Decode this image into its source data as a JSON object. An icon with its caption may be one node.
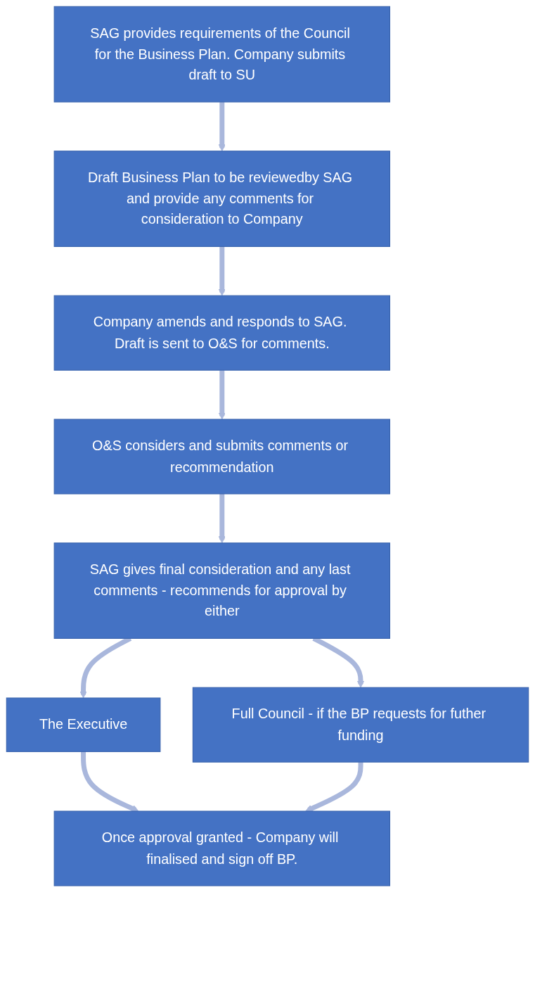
{
  "diagram": {
    "nodes": [
      {
        "text": [
          "SAG provides requirements of the Council for the Business Plan. Company submits draft to SU"
        ]
      },
      {
        "text": [
          "Draft Business Plan to be reviewedby SAG and provide any comments for consideration to Company"
        ]
      },
      {
        "text": [
          "Company amends and responds to SAG. Draft is sent to O&S for comments."
        ]
      },
      {
        "text": [
          "O&S considers and submits comments or recommendation"
        ]
      },
      {
        "text": [
          "SAG gives final consideration and any last comments - recommends for approval by either"
        ]
      },
      {
        "text": [
          "The Executive"
        ]
      },
      {
        "text": [
          "Full Council - if the BP requests for futher funding"
        ]
      },
      {
        "text": [
          "Once approval granted - Company will finalised and sign off BP."
        ]
      }
    ],
    "edges": [
      {
        "from": 0,
        "to": 1,
        "arrow": "to"
      },
      {
        "from": 1,
        "to": 2,
        "arrow": "to"
      },
      {
        "from": 2,
        "to": 3,
        "arrow": "to"
      },
      {
        "from": 3,
        "to": 4,
        "arrow": "to"
      },
      {
        "from": 4,
        "to": 5,
        "arrow": "to"
      },
      {
        "from": 4,
        "to": 6,
        "arrow": "to"
      },
      {
        "from": 5,
        "to": 7,
        "arrow": "to"
      },
      {
        "from": 6,
        "to": 7,
        "arrow": "to"
      }
    ]
  }
}
